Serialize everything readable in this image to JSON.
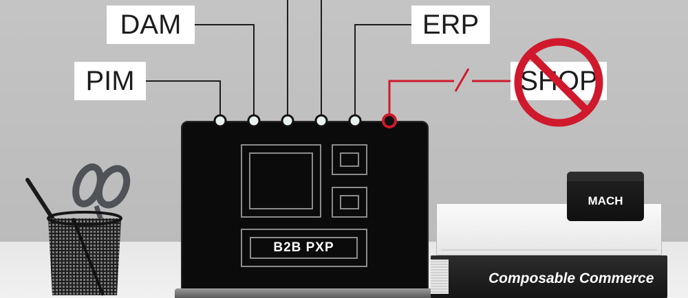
{
  "labels": {
    "dam": "DAM",
    "pim": "PIM",
    "erp": "ERP",
    "shop": "SHOP"
  },
  "screen": {
    "title": "B2B PXP"
  },
  "books": {
    "bottom_title": "Composable Commerce"
  },
  "cube": {
    "label": "MACH"
  },
  "colors": {
    "background": "#c1c1c1",
    "label_box": "#ffffff",
    "connector": "#1c1c1c",
    "broken_connector": "#d0192c",
    "prohibited_sign": "#d0192c",
    "laptop": "#0b0b0b",
    "node_fill": "#e8f2ec"
  },
  "icons": {
    "connector_node": "circle-node-icon",
    "prohibited": "prohibited-sign-icon",
    "pen_holder": "mesh-pen-holder-icon",
    "scissors": "scissors-icon"
  }
}
